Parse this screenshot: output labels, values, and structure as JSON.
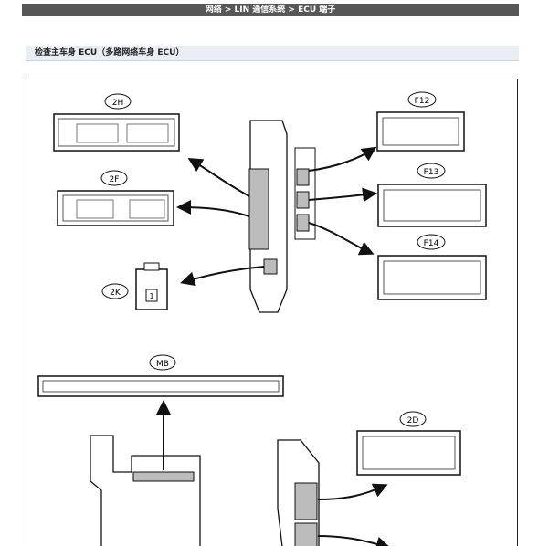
{
  "header": {
    "breadcrumb": "网络 > LIN 通信系统 > ECU 端子"
  },
  "section": {
    "title": "检查主车身 ECU（多路网络车身 ECU）"
  },
  "connectors": {
    "h2": {
      "label": "2H"
    },
    "f2": {
      "label": "2F"
    },
    "k2": {
      "label": "2K",
      "pin": "1"
    },
    "f12": {
      "label": "F12"
    },
    "f13": {
      "label": "F13"
    },
    "f14": {
      "label": "F14"
    },
    "mb": {
      "label": "MB"
    },
    "d2": {
      "label": "2D"
    }
  }
}
